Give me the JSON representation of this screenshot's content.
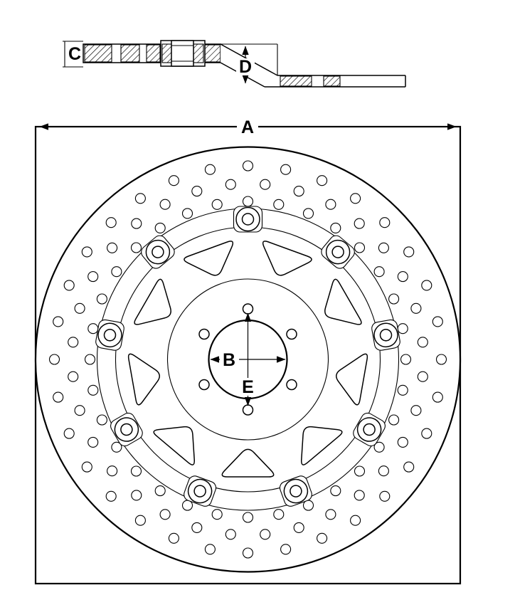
{
  "diagram": {
    "type": "technical-drawing",
    "subject": "floating drilled brake disc rotor with cross-section and dimension callouts",
    "colors": {
      "line": "#000000",
      "background": "#ffffff"
    },
    "dimension_labels": {
      "outer_diameter": "A",
      "center_bore": "B",
      "disc_thickness": "C",
      "offset_height": "D",
      "bolt_circle": "E"
    },
    "disc": {
      "outer_radius": 298.5,
      "band_inner_radius": 212,
      "carrier_radius": 186,
      "hub_radius": 113,
      "bore_radius": 55,
      "button_count": 9,
      "button_ring_radius": 197,
      "bolt_hole_count": 6,
      "bolt_circle_radius": 71,
      "hole_radius": 7,
      "hole_rows": [
        {
          "radius": 272,
          "count": 32,
          "offset_deg": 0
        },
        {
          "radius": 247,
          "count": 32,
          "offset_deg": 5.625
        },
        {
          "radius": 222,
          "count": 32,
          "offset_deg": 0
        }
      ]
    }
  }
}
